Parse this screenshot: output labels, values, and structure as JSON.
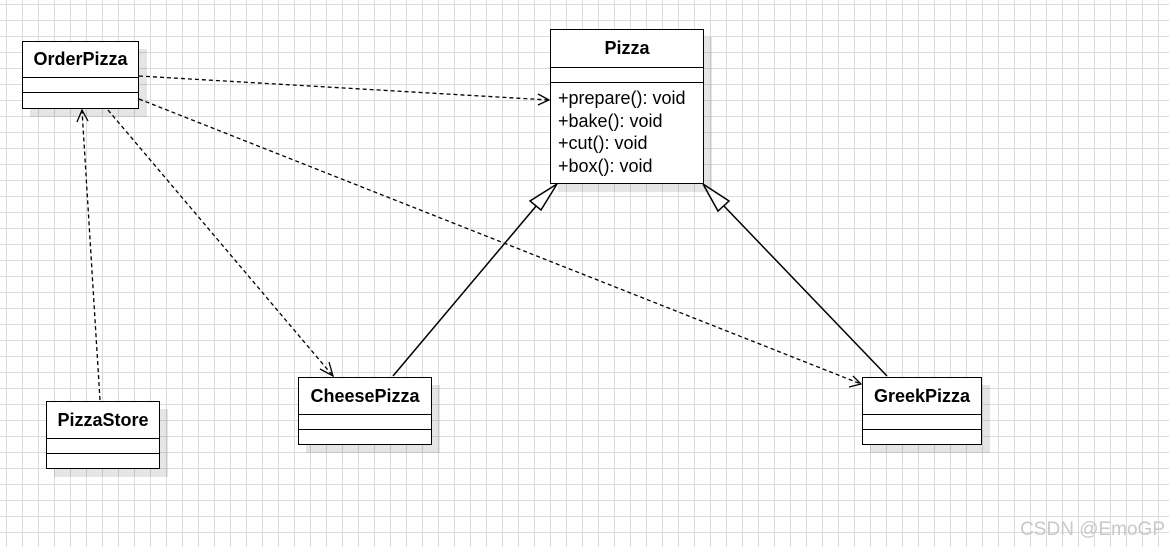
{
  "classes": {
    "order_pizza": {
      "name": "OrderPizza"
    },
    "pizza": {
      "name": "Pizza",
      "operations": [
        "+prepare(): void",
        "+bake(): void",
        "+cut(): void",
        "+box(): void"
      ]
    },
    "pizza_store": {
      "name": "PizzaStore"
    },
    "cheese_pizza": {
      "name": "CheesePizza"
    },
    "greek_pizza": {
      "name": "GreekPizza"
    }
  },
  "relationships": [
    {
      "from": "order_pizza",
      "to": "pizza",
      "type": "dependency"
    },
    {
      "from": "order_pizza",
      "to": "cheese_pizza",
      "type": "dependency"
    },
    {
      "from": "order_pizza",
      "to": "greek_pizza",
      "type": "dependency"
    },
    {
      "from": "pizza_store",
      "to": "order_pizza",
      "type": "dependency"
    },
    {
      "from": "cheese_pizza",
      "to": "pizza",
      "type": "generalization"
    },
    {
      "from": "greek_pizza",
      "to": "pizza",
      "type": "generalization"
    }
  ],
  "colors": {
    "line": "#000000",
    "grid": "#dcdcdc",
    "watermark": "#c8c8c8"
  },
  "watermark": "CSDN @EmoGP"
}
